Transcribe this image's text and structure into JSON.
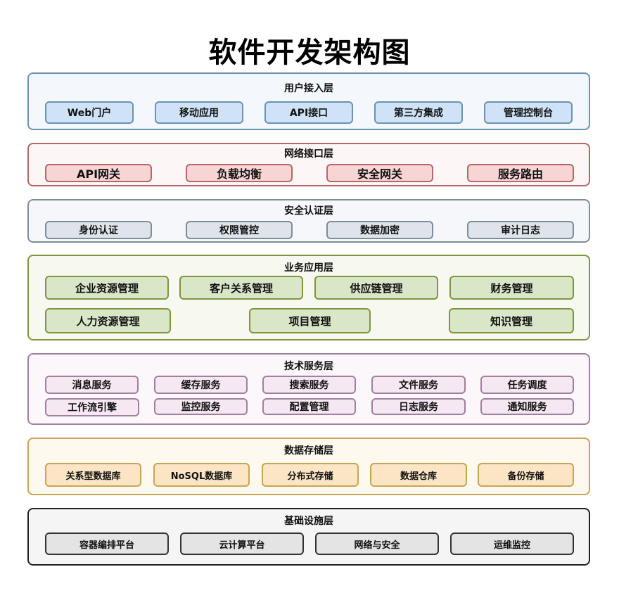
{
  "title": "软件开发架构图",
  "layers": {
    "user": {
      "title": "用户接入层",
      "items": [
        "Web门户",
        "移动应用",
        "API接口",
        "第三方集成",
        "管理控制台"
      ]
    },
    "network": {
      "title": "网络接口层",
      "items": [
        "API网关",
        "负载均衡",
        "安全网关",
        "服务路由"
      ]
    },
    "security": {
      "title": "安全认证层",
      "items": [
        "身份认证",
        "权限管控",
        "数据加密",
        "审计日志"
      ]
    },
    "business": {
      "title": "业务应用层",
      "items": [
        "企业资源管理",
        "客户关系管理",
        "供应链管理",
        "财务管理",
        "人力资源管理",
        "项目管理",
        "知识管理"
      ]
    },
    "tech": {
      "title": "技术服务层",
      "items": [
        "消息服务",
        "缓存服务",
        "搜索服务",
        "文件服务",
        "任务调度",
        "工作流引擎",
        "监控服务",
        "配置管理",
        "日志服务",
        "通知服务"
      ]
    },
    "data": {
      "title": "数据存储层",
      "items": [
        "关系型数据库",
        "NoSQL数据库",
        "分布式存储",
        "数据仓库",
        "备份存储"
      ]
    },
    "infra": {
      "title": "基础设施层",
      "items": [
        "容器编排平台",
        "云计算平台",
        "网络与安全",
        "运维监控"
      ]
    }
  }
}
